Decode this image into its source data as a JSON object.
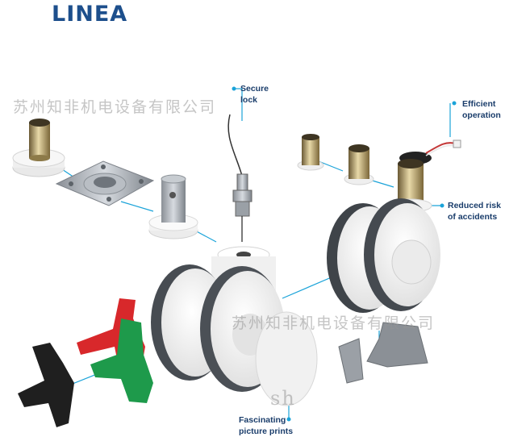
{
  "brand": {
    "title": "LINEA"
  },
  "callouts": {
    "secure_lock": [
      "Secure",
      "lock"
    ],
    "efficient_operation": [
      "Efficient",
      "operation"
    ],
    "reduced_risk": [
      "Reduced risk",
      "of accidents"
    ],
    "picture_prints": [
      "Fascinating",
      "picture prints"
    ]
  },
  "watermarks": {
    "top": "苏州知非机电设备有限公司",
    "middle": "苏州知非机电设备有限公司",
    "partial": "sh"
  },
  "colors": {
    "brand_blue": "#1d4f8c",
    "accent": "#1aa3d9",
    "tire_gray": "#4a4f55",
    "body_white": "#f2f2f2"
  }
}
